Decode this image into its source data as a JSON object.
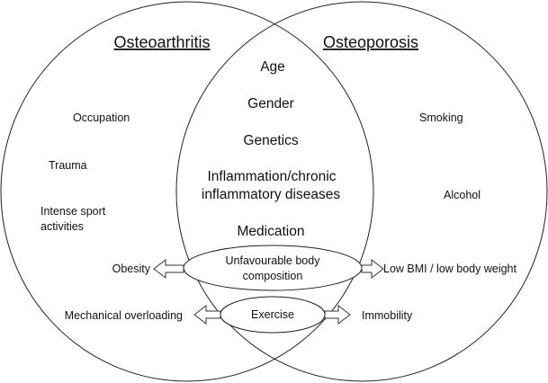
{
  "diagram": {
    "left_title": "Osteoarthritis",
    "right_title": "Osteoporosis",
    "shared_factors": [
      "Age",
      "Gender",
      "Genetics",
      "Inflammation/chronic",
      "inflammatory diseases",
      "Medication"
    ],
    "left_factors": [
      "Occupation",
      "Trauma",
      "Intense sport",
      "activities"
    ],
    "right_factors": [
      "Smoking",
      "Alcohol"
    ],
    "body_composition": {
      "line1": "Unfavourable body",
      "line2": "composition",
      "left_effect": "Obesity",
      "right_effect": "Low BMI / low body weight"
    },
    "exercise": {
      "label": "Exercise",
      "left_effect": "Mechanical overloading",
      "right_effect": "Immobility"
    }
  }
}
